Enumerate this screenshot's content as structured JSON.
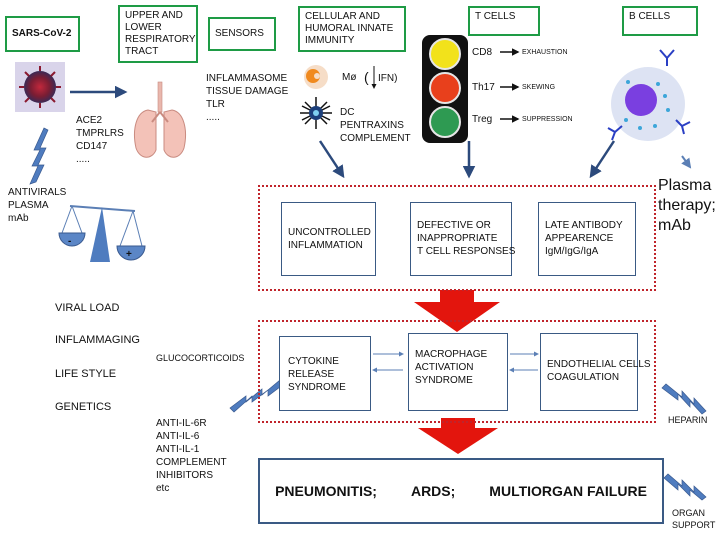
{
  "boxes": {
    "sars": "SARS-CoV-2",
    "upper_tract": [
      "UPPER AND",
      "LOWER",
      "RESPIRATORY",
      "TRACT"
    ],
    "sensors": "SENSORS",
    "innate": [
      "CELLULAR AND",
      "HUMORAL INNATE",
      "IMMUNITY"
    ],
    "tcells": "T CELLS",
    "bcells": "B CELLS"
  },
  "receptors": [
    "ACE2",
    "TMPRLRS",
    "CD147",
    "....."
  ],
  "sensors_list": [
    "INFLAMMASOME",
    "TISSUE DAMAGE",
    "TLR",
    "....."
  ],
  "innate_labels": {
    "mo": "Mø",
    "ifn": "IFN)",
    "dc": [
      "DC",
      "PENTRAXINS",
      "COMPLEMENT"
    ]
  },
  "tcell_rows": [
    {
      "name": "CD8",
      "effect": "EXHAUSTION",
      "color": "#f2e21b"
    },
    {
      "name": "Th17",
      "effect": "SKEWING",
      "color": "#e8401c"
    },
    {
      "name": "Treg",
      "effect": "SUPPRESSION",
      "color": "#2e9a52"
    }
  ],
  "plasma_therapy": [
    "Plasma",
    "therapy;",
    "mAb"
  ],
  "antivirals": [
    "ANTIVIRALS",
    "PLASMA",
    "mAb"
  ],
  "scale_signs": {
    "left": "-",
    "right": "+"
  },
  "row1": {
    "uncontrolled": [
      "UNCONTROLLED",
      "INFLAMMATION"
    ],
    "defective": [
      "DEFECTIVE OR",
      "INAPPROPRIATE",
      "T CELL RESPONSES"
    ],
    "late_ab": [
      "LATE ANTIBODY",
      "APPEARENCE",
      "IgM/IgG/IgA"
    ]
  },
  "risk_factors": [
    "VIRAL LOAD",
    "INFLAMMAGING",
    "LIFE STYLE",
    "GENETICS"
  ],
  "glucocorticoids": "GLUCOCORTICOIDS",
  "row2": {
    "cytokine": [
      "CYTOKINE",
      "RELEASE",
      "SYNDROME"
    ],
    "macrophage": [
      "MACROPHAGE",
      "ACTIVATION",
      "SYNDROME"
    ],
    "endothelial": [
      "ENDOTHELIAL CELLS",
      "COAGULATION"
    ]
  },
  "anti_drugs": [
    "ANTI-IL-6R",
    "ANTI-IL-6",
    "ANTI-IL-1",
    "COMPLEMENT",
    "INHIBITORS",
    "etc"
  ],
  "heparin": "HEPARIN",
  "outcome": {
    "a": "PNEUMONITIS;",
    "b": "ARDS;",
    "c": "MULTIORGAN FAILURE"
  },
  "organ_support": [
    "ORGAN",
    "SUPPORT"
  ],
  "colors": {
    "green": "#1e9b45",
    "navy": "#3a5a84",
    "red": "#e3150d",
    "dotted": "#c0242b",
    "lightning": "#4f7cbf"
  }
}
